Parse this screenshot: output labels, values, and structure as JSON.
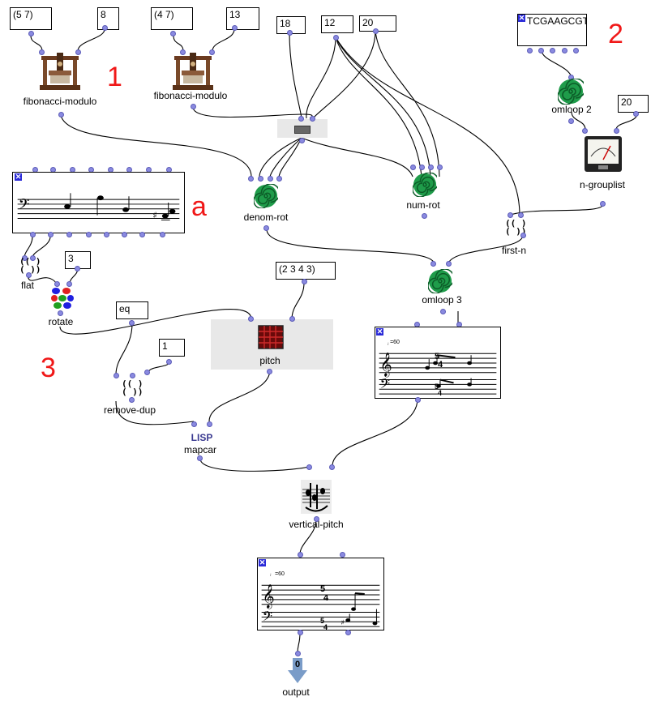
{
  "numbox_list_1": "(5 7)",
  "numbox_mod_1": "8",
  "numbox_list_2": "(4 7)",
  "numbox_mod_2": "13",
  "numbox_18": "18",
  "numbox_12": "12",
  "numbox_20_top": "20",
  "seq_text": "TCGAAGCGT",
  "numbox_20_right": "20",
  "numbox_rotate": "3",
  "numbox_eq": "eq",
  "numbox_1": "1",
  "numbox_list_3": "(2 3 4 3)",
  "labels": {
    "fib1": "fibonacci-modulo",
    "fib2": "fibonacci-modulo",
    "omloop2": "omloop 2",
    "ngrouplist": "n-grouplist",
    "denom": "denom-rot",
    "num": "num-rot",
    "firstn": "first-n",
    "flat": "flat",
    "rotate": "rotate",
    "omloop3": "omloop 3",
    "pitch": "pitch",
    "removedup": "remove-dup",
    "mapcar": "mapcar",
    "lisp": "LISP",
    "vertical": "vertical-pitch",
    "output": "output",
    "output_index": "0"
  },
  "annotations": {
    "a1": "1",
    "a2": "2",
    "a3": "3",
    "aa": "a"
  },
  "tempo1": "=60",
  "tempo2": "=60",
  "meters1": [
    "5",
    "4",
    "5",
    "4"
  ],
  "meters2": [
    "5",
    "4",
    "5",
    "4"
  ],
  "colors": {
    "annotation": "#f01818",
    "inlet": "#8a8ae0",
    "spiral": "#1f9c4a",
    "select": "#2a2ad8"
  }
}
